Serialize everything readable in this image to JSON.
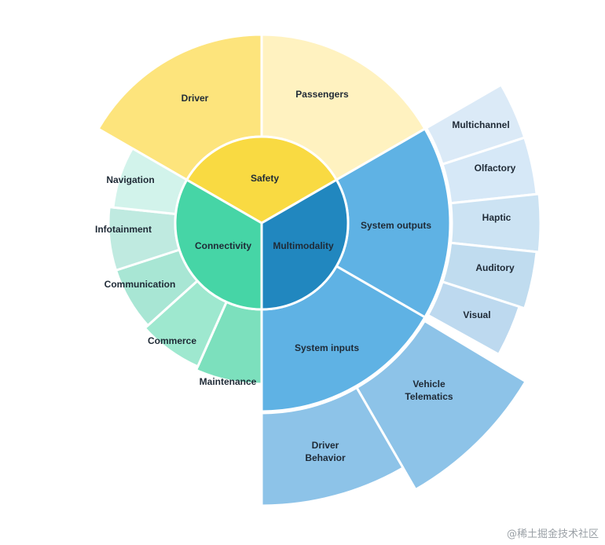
{
  "diagram": {
    "groups": [
      {
        "id": "safety",
        "label": "Safety",
        "color": "#f9da42",
        "children": [
          {
            "label": "Driver",
            "color": "#fde47c"
          },
          {
            "label": "Passengers",
            "color": "#fff2c0"
          }
        ]
      },
      {
        "id": "multimodality",
        "label": "Multimodality",
        "color": "#2187bf",
        "children": [
          {
            "label": "System outputs",
            "color": "#5fb2e4",
            "children": [
              {
                "label": "Multichannel",
                "color": "#dbeaf7"
              },
              {
                "label": "Olfactory",
                "color": "#d6e8f7"
              },
              {
                "label": "Haptic",
                "color": "#cce3f3"
              },
              {
                "label": "Auditory",
                "color": "#c0dcef"
              },
              {
                "label": "Visual",
                "color": "#bdd9ef"
              }
            ]
          },
          {
            "label": "System inputs",
            "color": "#5fb2e4",
            "children": [
              {
                "label": "Vehicle\nTelematics",
                "color": "#8dc3e8"
              },
              {
                "label": "Driver\nBehavior",
                "color": "#8dc3e8"
              }
            ]
          }
        ]
      },
      {
        "id": "connectivity",
        "label": "Connectivity",
        "color": "#46d5a6",
        "children": [
          {
            "label": "Maintenance",
            "color": "#7ce0bd"
          },
          {
            "label": "Commerce",
            "color": "#9ee8cf"
          },
          {
            "label": "Communication",
            "color": "#a8e6d4"
          },
          {
            "label": "Infotainment",
            "color": "#bfeae0"
          },
          {
            "label": "Navigation",
            "color": "#d2f3eb"
          }
        ]
      }
    ]
  },
  "watermark": "@稀土掘金技术社区"
}
